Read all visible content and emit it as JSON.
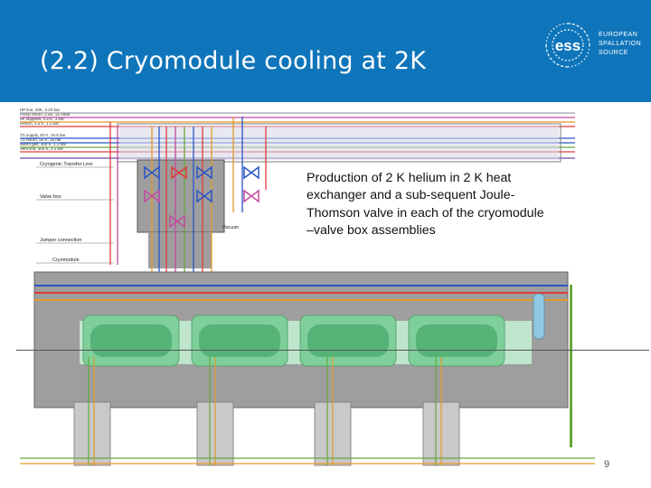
{
  "slide": {
    "title": "(2.2) Cryomodule cooling at 2K",
    "caption_lines": [
      "Production of 2 K helium in 2 K heat",
      "exchanger and a sub-sequent Joule-",
      "Thomson valve in each of the cryomodule",
      "–valve box assemblies"
    ],
    "page_number": "9"
  },
  "logo": {
    "mark": "ess",
    "lines": [
      "EUROPEAN",
      "SPALLATION",
      "SOURCE"
    ]
  },
  "diagram": {
    "header_lines": [
      "HP line, 20K, 3.20 bar",
      "Pump return, 2.5K, 31 mbar",
      "2K supplies, 4.5 K, 3 bar",
      "Return, 4.5 K, 1.3 bar",
      "TS supply, 40 K, 19.5 bar",
      "TS return, 50 K, 18 bar",
      "Warm gas, 300 K, 1.3 bar",
      "Vent line, 300 K, 1.1 bar"
    ],
    "labels": {
      "transfer_line": "Cryogenic Transfer Line",
      "valve_box": "Valve box",
      "jumper": "Jumper connection",
      "cryomodule": "Cryomodule",
      "vacuum": "Vacuum"
    }
  },
  "colors": {
    "header_bg": "#0f75ba",
    "title_text": "#ffffff",
    "vessel_gray": "#9e9e9e",
    "cavity_green": "#7fcf9a",
    "pipe_red": "#e03b3b",
    "pipe_blue": "#2a55c8",
    "pipe_green": "#69a63c",
    "pipe_orange": "#e39a2a"
  }
}
